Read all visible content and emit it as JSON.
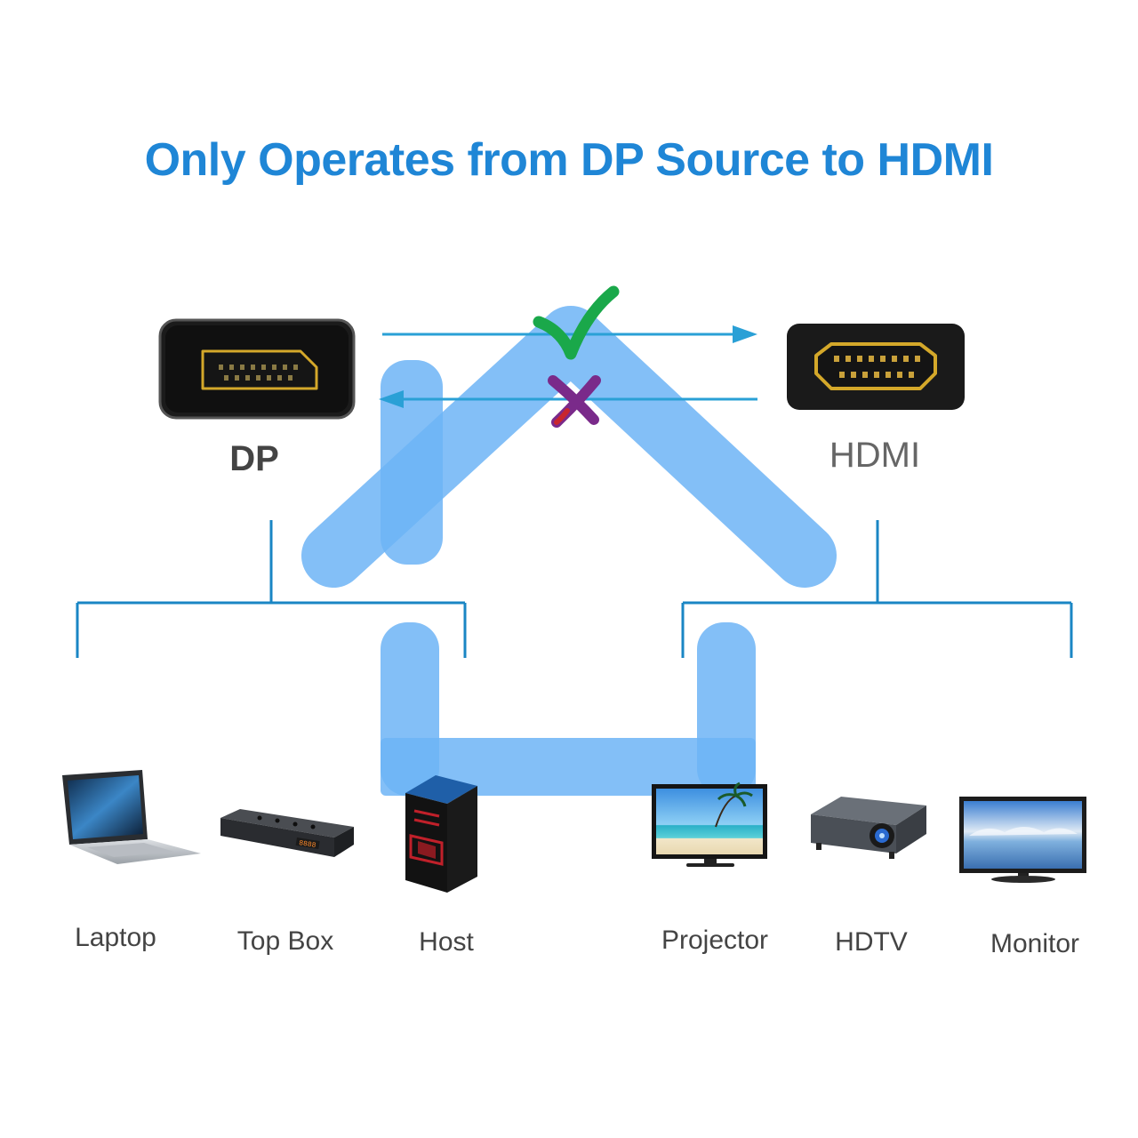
{
  "title": "Only Operates from DP Source to HDMI",
  "source_port": {
    "label": "DP",
    "icon": "displayport-connector-icon"
  },
  "target_port": {
    "label": "HDMI",
    "icon": "hdmi-connector-icon"
  },
  "marks": {
    "supported": "check-mark-icon",
    "unsupported": "cross-mark-icon"
  },
  "source_devices": [
    {
      "label": "Laptop",
      "icon": "laptop-icon"
    },
    {
      "label": "Top Box",
      "icon": "set-top-box-icon"
    },
    {
      "label": "Host",
      "icon": "desktop-tower-icon"
    }
  ],
  "display_devices": [
    {
      "label": "Projector",
      "icon": "projector-screen-icon"
    },
    {
      "label": "HDTV",
      "icon": "projector-icon"
    },
    {
      "label": "Monitor",
      "icon": "monitor-icon"
    }
  ],
  "colors": {
    "title": "#1f86d6",
    "tree_lines": "#1a86c4",
    "arrows": "#2aa0d6",
    "watermark": "#6db4f6",
    "check": "#1aa84a",
    "cross": "#7a2a8a",
    "port_label_dp": "#444444",
    "port_label_hdmi": "#666666",
    "device_label": "#444444",
    "connector_gold": "#d4a82a"
  }
}
